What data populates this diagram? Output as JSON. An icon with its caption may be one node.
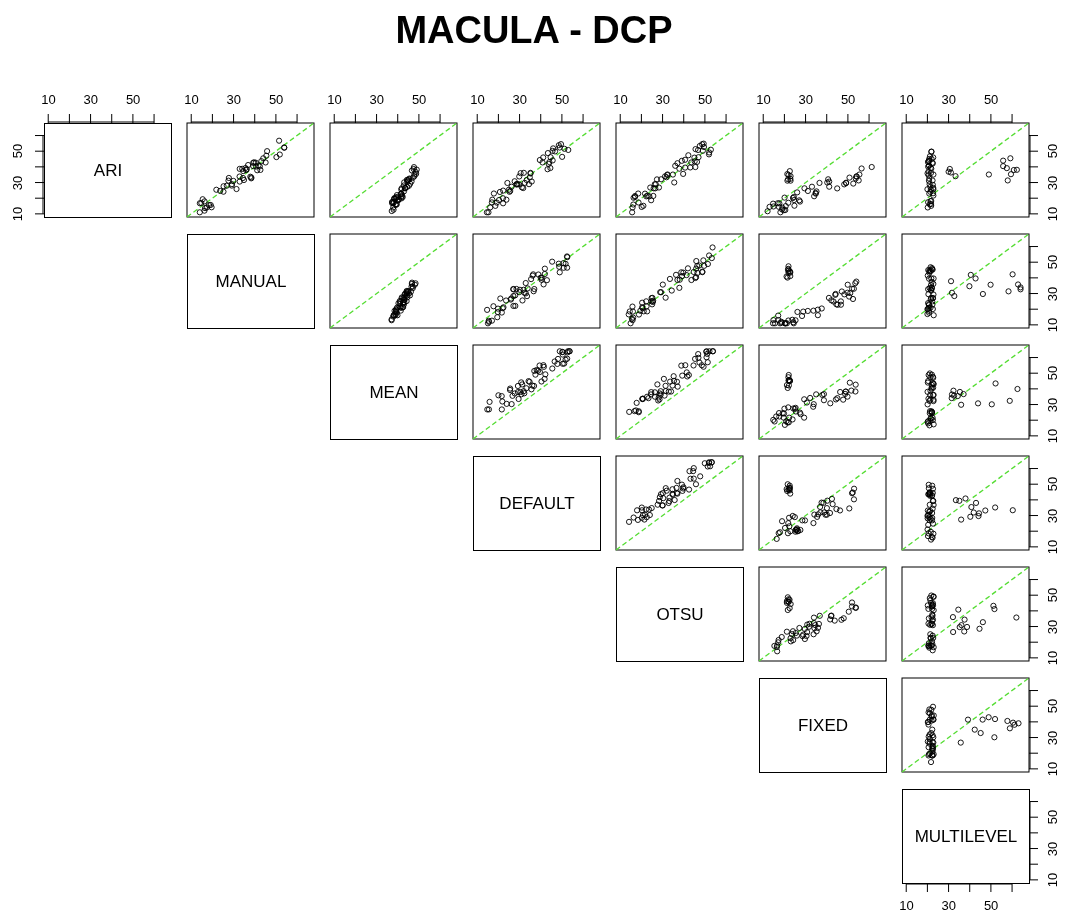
{
  "diagram": {
    "title": "MACULA - DCP",
    "nodes": [
      {
        "text": [
          "ARI"
        ]
      },
      {
        "text": [
          "MANUAL"
        ]
      },
      {
        "text": [
          "MEAN"
        ]
      },
      {
        "text": [
          "DEFAULT"
        ]
      },
      {
        "text": [
          "OTSU"
        ]
      },
      {
        "text": [
          "FIXED"
        ]
      },
      {
        "text": [
          "MULTILEVEL"
        ]
      }
    ],
    "labels": [
      "10",
      "30",
      "50",
      "10",
      "30",
      "50",
      "10",
      "30",
      "50",
      "10",
      "30",
      "50",
      "10",
      "30",
      "50",
      "10",
      "30",
      "50",
      "10",
      "30",
      "50",
      "10",
      "30",
      "50",
      "10",
      "30",
      "50",
      "10",
      "30",
      "50",
      "10",
      "30",
      "50",
      "10",
      "30",
      "50",
      "10",
      "30",
      "50",
      "10",
      "30",
      "50",
      "10",
      "30",
      "50",
      "10",
      "30",
      "50"
    ]
  }
}
